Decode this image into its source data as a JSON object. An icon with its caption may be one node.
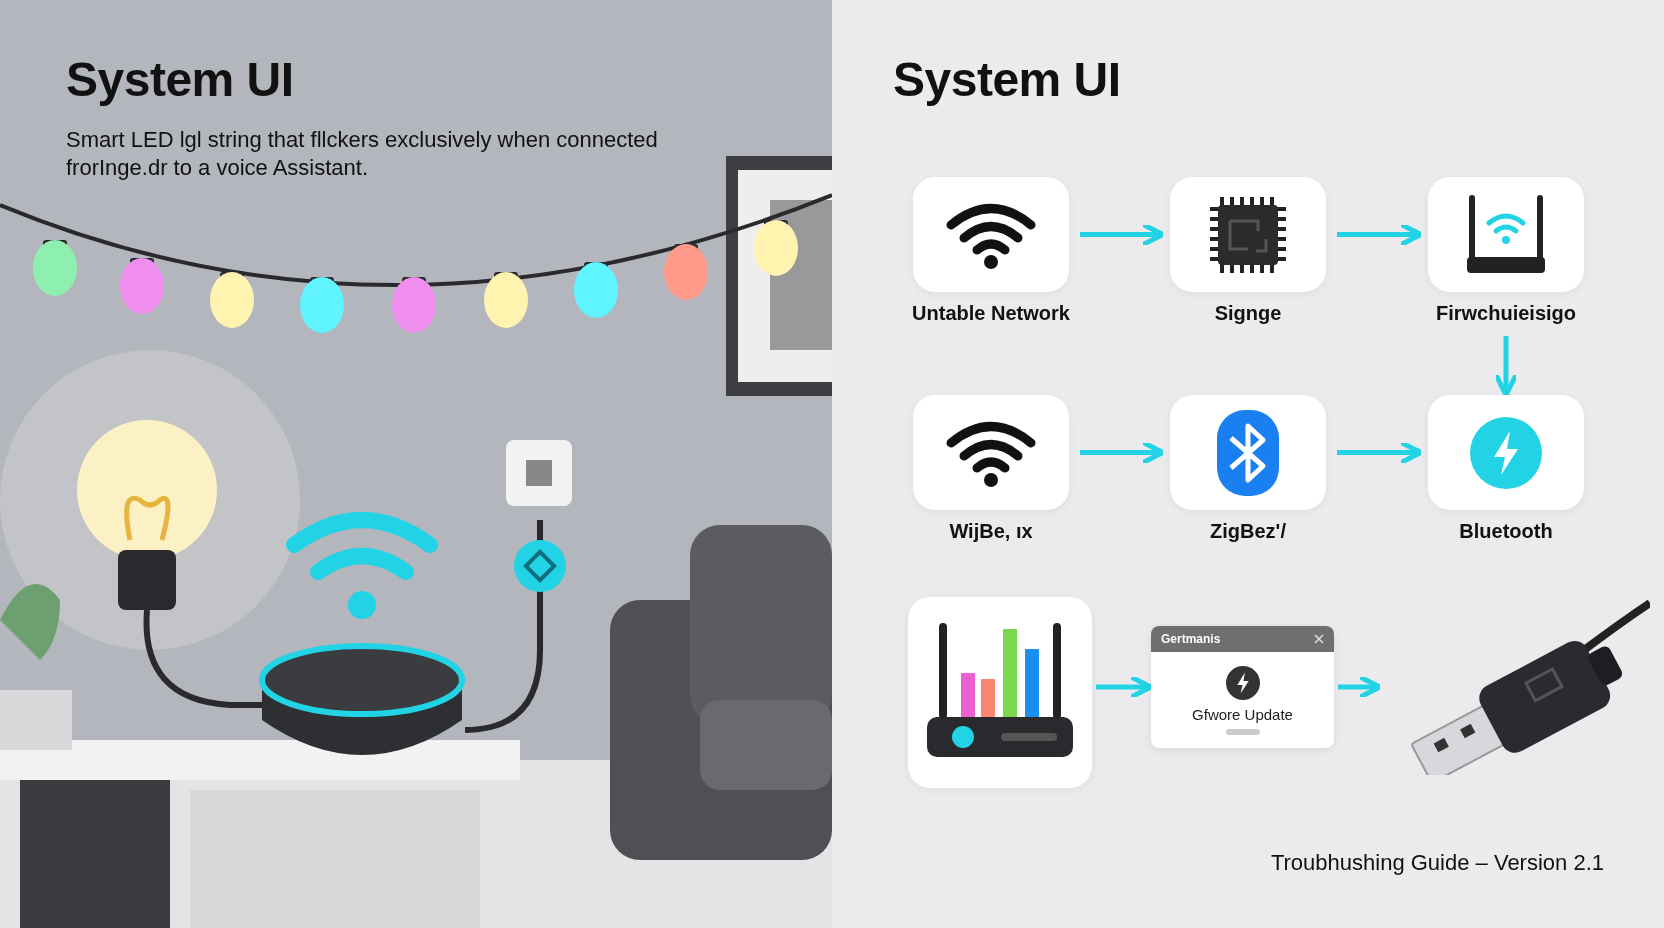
{
  "diagram": {
    "title": "System UI",
    "nodes": [
      {
        "text": [
          "Untable Network"
        ]
      },
      {
        "text": [
          "Signge"
        ]
      },
      {
        "text": [
          "Firwchuieisigo"
        ]
      },
      {
        "text": [
          "WijBe, ıx"
        ]
      },
      {
        "text": [
          "ZigBez'/"
        ]
      },
      {
        "text": [
          "Bluetooth"
        ]
      },
      {
        "text": [],
        "shape": "picture"
      },
      {
        "text": [
          "Gertmanis",
          "Gfwore Update"
        ]
      },
      {
        "text": [],
        "shape": "picture"
      }
    ],
    "edges": [
      {
        "from": 0,
        "to": 1,
        "arrow": "to"
      },
      {
        "from": 1,
        "to": 2,
        "arrow": "to"
      },
      {
        "from": 2,
        "to": 5,
        "arrow": "to"
      },
      {
        "from": 3,
        "to": 4,
        "arrow": "to"
      },
      {
        "from": 4,
        "to": 5,
        "arrow": "to"
      },
      {
        "from": 6,
        "to": 7,
        "arrow": "to"
      },
      {
        "from": 7,
        "to": 8,
        "arrow": "to"
      }
    ],
    "labels": [
      "Smart LED lgl string that fllckers exclusively when connected frorInge.dr to a voice Assistant.",
      "System UI"
    ],
    "caption": "Troubhushing Guide – Version 2.1"
  }
}
